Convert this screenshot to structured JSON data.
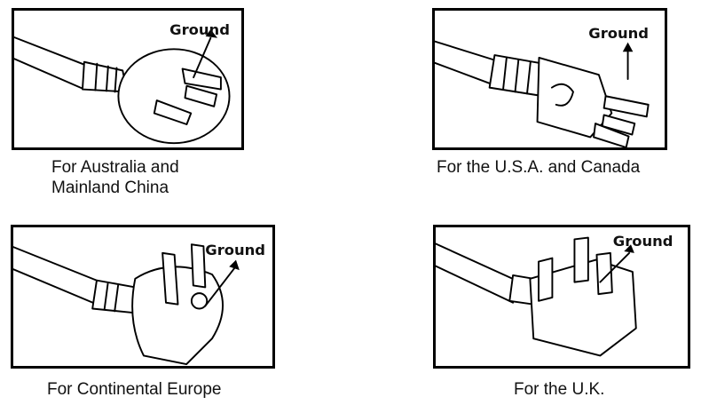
{
  "ground_label": "Ground",
  "plugs": [
    {
      "caption_lines": [
        "For Australia and",
        "Mainland China"
      ]
    },
    {
      "caption_lines": [
        "For the U.S.A. and Canada"
      ]
    },
    {
      "caption_lines": [
        "For Continental Europe"
      ]
    },
    {
      "caption_lines": [
        "For the U.K."
      ]
    }
  ]
}
